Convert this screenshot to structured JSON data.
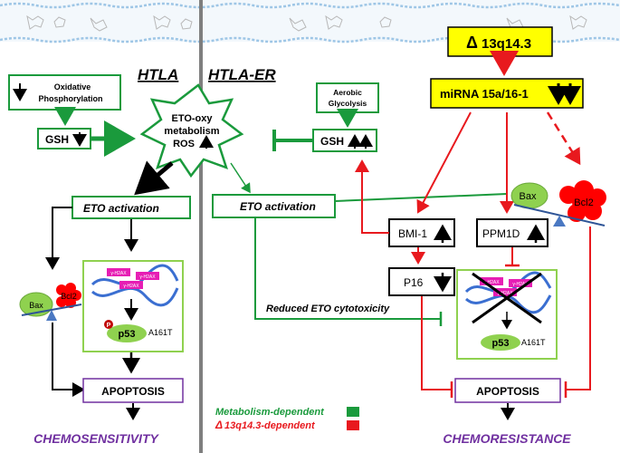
{
  "panels": {
    "left_title": "HTLA",
    "right_title": "HTLA-ER"
  },
  "left": {
    "oxphos_line1": "Oxidative",
    "oxphos_line2": "Phosphorylation",
    "gsh": "GSH",
    "eto_activation": "ETO  activation",
    "bax": "Bax",
    "bcl2": "Bcl2",
    "p53": "p53",
    "a161t": "A161T",
    "p_mark": "P",
    "h2ax": "γ-H2AX",
    "apoptosis": "APOPTOSIS",
    "outcome": "CHEMOSENSITIVITY"
  },
  "center": {
    "star_line1": "ETO-oxy",
    "star_line2": "metabolism",
    "star_line3": "ROS"
  },
  "right": {
    "glycolysis_line1": "Aerobic",
    "glycolysis_line2": "Glycolysis",
    "gsh": "GSH",
    "eto_activation": "ETO activation",
    "reduced": "Reduced ETO cytotoxicity",
    "deletion": "13q14.3",
    "mirna": "miRNA 15a/16-1",
    "bmi1": "BMI-1",
    "ppm1d": "PPM1D",
    "p16": "P16",
    "bax": "Bax",
    "bcl2": "Bcl2",
    "p53": "p53",
    "a161t": "A161T",
    "h2ax": "γ-H2AX",
    "apoptosis": "APOPTOSIS",
    "outcome": "CHEMORESISTANCE"
  },
  "legend": {
    "metabolism": "Metabolism-dependent",
    "deletion": "13q14.3-dependent"
  },
  "colors": {
    "green": "#1a9a3c",
    "red": "#e8191e",
    "purple": "#7030a0",
    "yellow": "#ffff00",
    "bax_green": "#8fd14f",
    "bcl2_red": "#ff0000",
    "magenta": "#e61eb4",
    "divider": "#7f7f7f",
    "membrane": "#9ec6e6"
  }
}
